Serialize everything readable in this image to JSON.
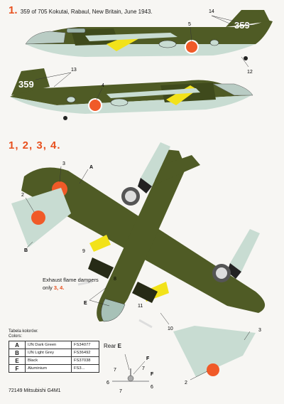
{
  "header": {
    "number": "1.",
    "caption": "359 of 705 Kokutai, Rabaul, New Britain, June 1943."
  },
  "tail_code": "359",
  "schemes_title": "1, 2, 3, 4.",
  "exhaust_note": {
    "line1": "Exhaust flame dampers",
    "line2_prefix": "only ",
    "line2_highlight": "3, 4."
  },
  "legend": {
    "heading": "Tabela kolorów:",
    "subheading": "Colors:",
    "rows": [
      {
        "code": "A",
        "name": "IJN Dark Green",
        "fs": "FS34077"
      },
      {
        "code": "B",
        "name": "IJN Light Grey",
        "fs": "FS36492"
      },
      {
        "code": "E",
        "name": "Black",
        "fs": "FS37038"
      },
      {
        "code": "F",
        "name": "Aluminium",
        "fs": "FS3..."
      }
    ]
  },
  "footer": "72149 Mitsubishi G4M1",
  "rear_view": {
    "label": "Rear",
    "code": "E"
  },
  "callouts": {
    "c14": "14",
    "c5": "5",
    "c12": "12",
    "c13": "13",
    "c4": "4",
    "c3a": "3",
    "cA": "A",
    "c2a": "2",
    "cB": "B",
    "c9": "9",
    "c8": "8",
    "cE": "E",
    "c11": "11",
    "c10": "10",
    "c3b": "3",
    "c2b": "2",
    "rE": "E",
    "rF1": "F",
    "rF2": "F",
    "r7a": "7",
    "r6a": "6",
    "r7b": "7",
    "r6b": "6",
    "r7c": "7"
  },
  "colors": {
    "dark_green": "#4f5b25",
    "light_grey": "#c8dcd2",
    "hinomaru": "#f05a28",
    "yellow": "#f2e21a",
    "black": "#1b1b1b",
    "aluminium": "#c9c9c9",
    "accent": "#e8501e"
  }
}
